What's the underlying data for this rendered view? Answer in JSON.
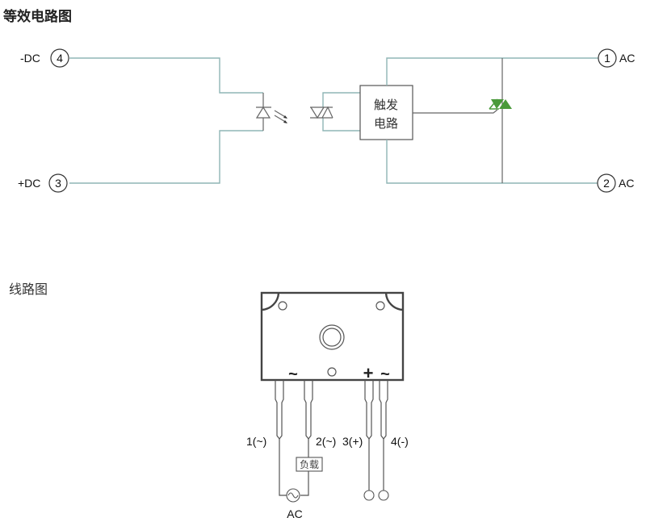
{
  "section1": {
    "title": "等效电路图",
    "terminals": {
      "neg_dc": {
        "label": "-DC",
        "number": "4"
      },
      "pos_dc": {
        "label": "+DC",
        "number": "3"
      },
      "ac1": {
        "label": "AC",
        "number": "1"
      },
      "ac2": {
        "label": "AC",
        "number": "2"
      }
    },
    "trigger_block": {
      "line1": "触发",
      "line2": "电路"
    },
    "colors": {
      "wire": "#8fb5b5",
      "triac": "#4a9a3a",
      "component": "#666666"
    }
  },
  "section2": {
    "title": "线路图",
    "package_marks": {
      "tilde_left": "~",
      "plus": "+",
      "tilde_right": "~"
    },
    "pins": [
      {
        "label": "1(~)"
      },
      {
        "label": "2(~)"
      },
      {
        "label": "3(+)"
      },
      {
        "label": "4(-)"
      }
    ],
    "load_label": "负载",
    "source_label": "AC"
  }
}
